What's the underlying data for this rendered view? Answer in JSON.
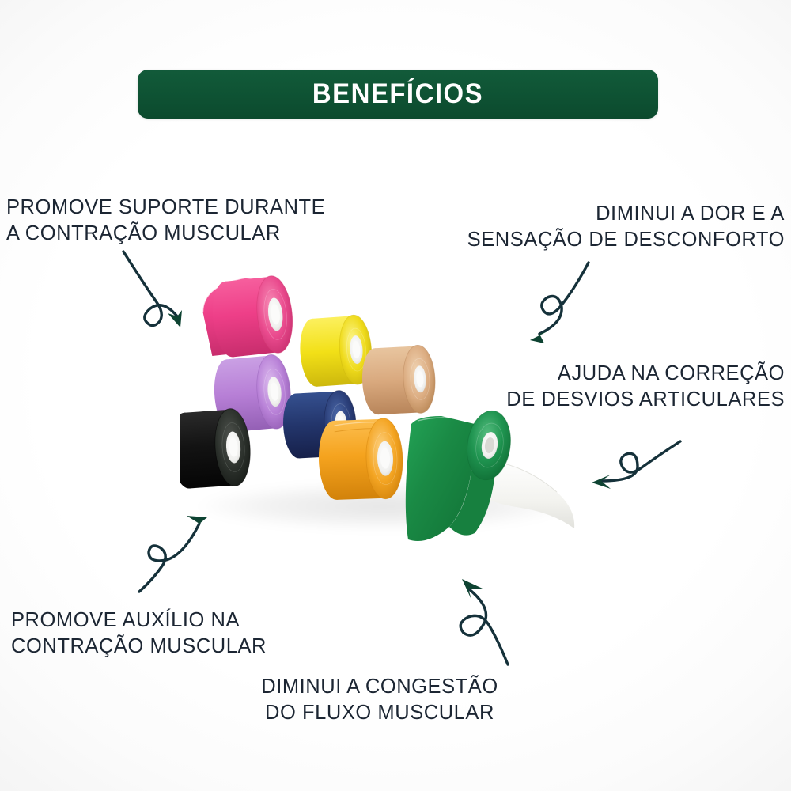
{
  "banner": {
    "title": "BENEFÍCIOS",
    "bg_color": "#0e5233",
    "text_color": "#ffffff"
  },
  "page": {
    "background_color": "#ffffff",
    "caption_color": "#1c2633",
    "arrow_color": "#15313a"
  },
  "captions": [
    {
      "id": "promove-suporte",
      "text": "PROMOVE SUPORTE DURANTE\nA CONTRAÇÃO MUSCULAR",
      "position": "top-left"
    },
    {
      "id": "diminui-dor",
      "text": "DIMINUI A DOR E A\nSENSAÇÃO DE DESCONFORTO",
      "position": "top-right"
    },
    {
      "id": "ajuda-correcao",
      "text": "AJUDA NA CORREÇÃO\nDE DESVIOS ARTICULARES",
      "position": "middle-right"
    },
    {
      "id": "promove-auxilio",
      "text": "PROMOVE AUXÍLIO NA\nCONTRAÇÃO MUSCULAR",
      "position": "bottom-left"
    },
    {
      "id": "diminui-congestao",
      "text": "DIMINUI A CONGESTÃO\nDO FLUXO MUSCULAR",
      "position": "bottom-center"
    }
  ],
  "arrows": [
    {
      "id": "arrow-top-left",
      "icon": "curly-arrow-down-right-icon"
    },
    {
      "id": "arrow-top-right",
      "icon": "curly-arrow-down-left-icon"
    },
    {
      "id": "arrow-middle-right",
      "icon": "curly-arrow-left-icon"
    },
    {
      "id": "arrow-bottom-left",
      "icon": "curly-arrow-up-right-icon"
    },
    {
      "id": "arrow-bottom-center",
      "icon": "curly-arrow-up-icon"
    }
  ],
  "product_photo": {
    "description": "kinesiology-tape-rolls",
    "rolls": [
      {
        "name": "pink",
        "color": "#ee3f88"
      },
      {
        "name": "yellow",
        "color": "#f2e017"
      },
      {
        "name": "purple",
        "color": "#b77fd6"
      },
      {
        "name": "beige",
        "color": "#d9a97e"
      },
      {
        "name": "black",
        "color": "#121212"
      },
      {
        "name": "navy",
        "color": "#23356b"
      },
      {
        "name": "orange",
        "color": "#f5a31e"
      },
      {
        "name": "green",
        "color": "#1a8a45"
      }
    ],
    "backing_paper_color": "#f4f4f1",
    "core_color": "#ffffff"
  }
}
